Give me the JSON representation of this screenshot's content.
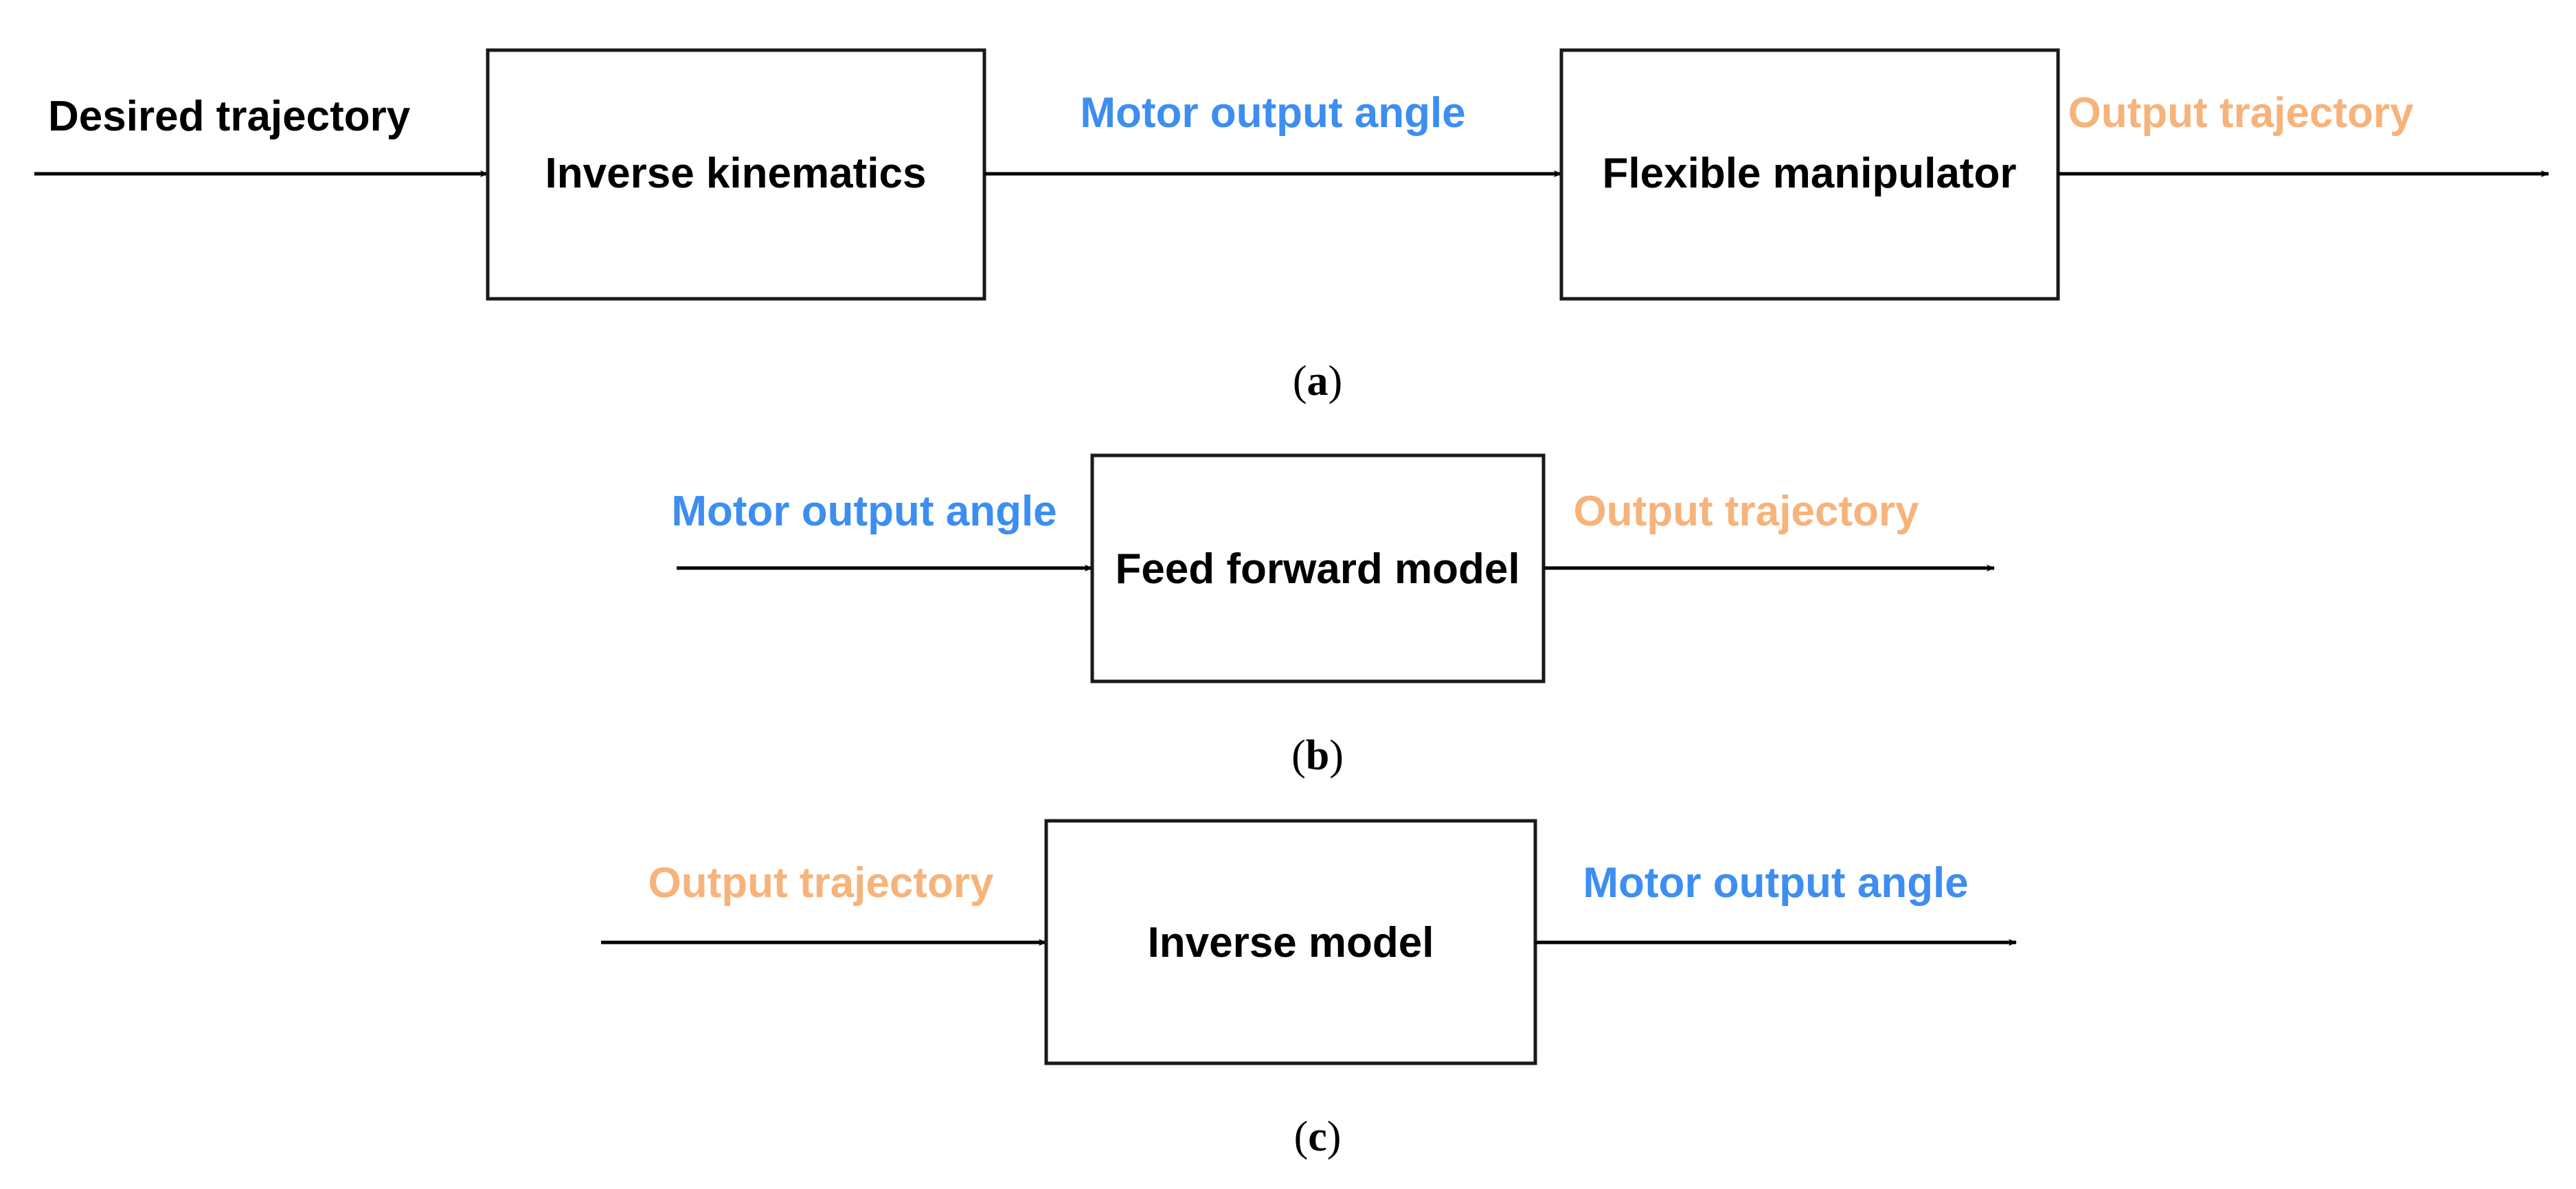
{
  "colors": {
    "angle_signal": "#3d8ef0",
    "trajectory_signal": "#f7b37a",
    "desired_signal": "#000000",
    "stroke": "#1a1a1a"
  },
  "panel_a": {
    "input_label": "Desired trajectory",
    "block1": "Inverse kinematics",
    "middle_label": "Motor output angle",
    "block2": "Flexible manipulator",
    "output_label": "Output trajectory",
    "caption_open": "(",
    "caption_letter": "a",
    "caption_close": ")"
  },
  "panel_b": {
    "input_label": "Motor output angle",
    "block": "Feed forward model",
    "output_label": "Output trajectory",
    "caption_open": "(",
    "caption_letter": "b",
    "caption_close": ")"
  },
  "panel_c": {
    "input_label": "Output trajectory",
    "block": "Inverse model",
    "output_label": "Motor output angle",
    "caption_open": "(",
    "caption_letter": "c",
    "caption_close": ")"
  }
}
